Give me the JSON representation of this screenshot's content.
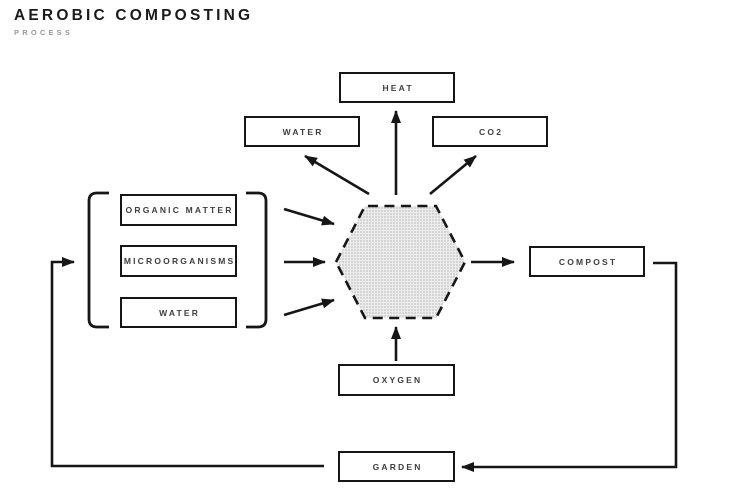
{
  "header": {
    "title": "AEROBIC COMPOSTING",
    "subtitle": "PROCESS"
  },
  "nodes": {
    "heat": {
      "label": "HEAT"
    },
    "water_output": {
      "label": "WATER"
    },
    "co2": {
      "label": "CO2"
    },
    "organic_matter": {
      "label": "ORGANIC MATTER"
    },
    "microorganisms": {
      "label": "MICROORGANISMS"
    },
    "water_input": {
      "label": "WATER"
    },
    "compost": {
      "label": "COMPOST"
    },
    "oxygen": {
      "label": "OXYGEN"
    },
    "garden": {
      "label": "GARDEN"
    }
  },
  "colors": {
    "line": "#161616",
    "title": "#1a1a1a",
    "subtitle": "#9a9a9a",
    "box_text": "#3e3e3e",
    "background": "#ffffff",
    "hex_base": "#ececec",
    "hex_dot": "#c2c2c2"
  }
}
